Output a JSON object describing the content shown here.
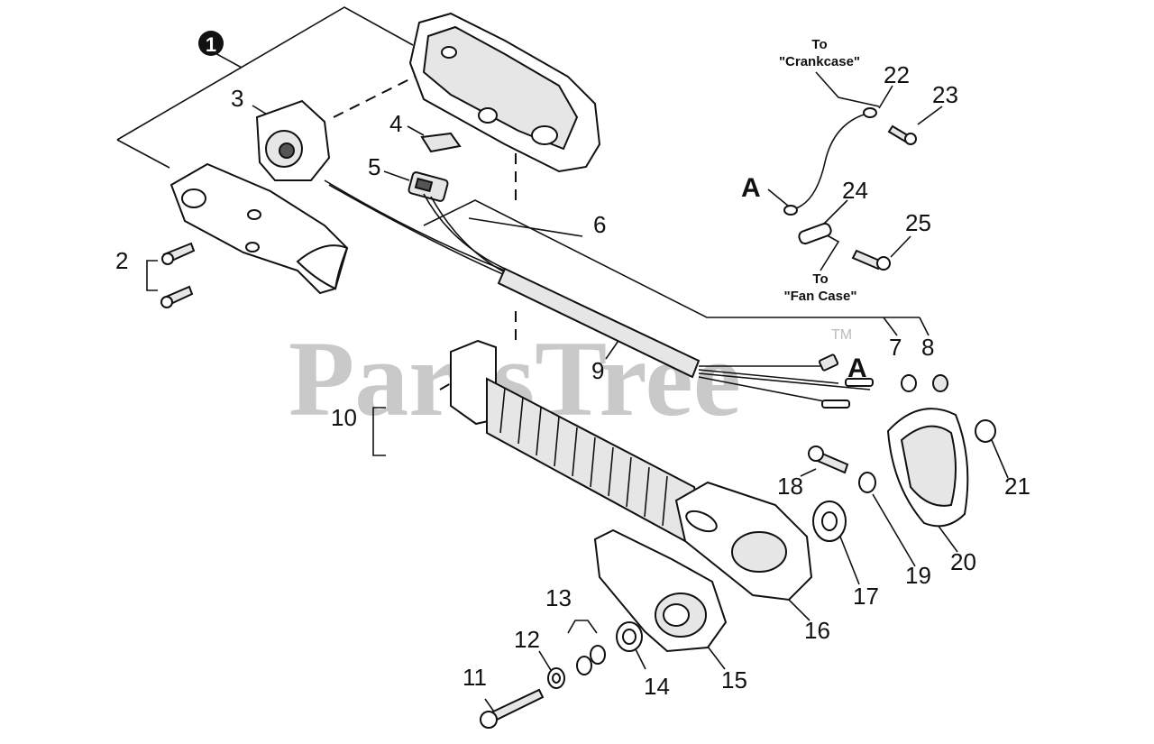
{
  "watermark": {
    "text": "PartsTree",
    "trademark": "TM"
  },
  "callouts": [
    {
      "id": "1",
      "label": "1"
    },
    {
      "id": "2",
      "label": "2"
    },
    {
      "id": "3",
      "label": "3"
    },
    {
      "id": "4",
      "label": "4"
    },
    {
      "id": "5",
      "label": "5"
    },
    {
      "id": "6",
      "label": "6"
    },
    {
      "id": "7",
      "label": "7"
    },
    {
      "id": "8",
      "label": "8"
    },
    {
      "id": "9",
      "label": "9"
    },
    {
      "id": "10",
      "label": "10"
    },
    {
      "id": "11",
      "label": "11"
    },
    {
      "id": "12",
      "label": "12"
    },
    {
      "id": "13",
      "label": "13"
    },
    {
      "id": "14",
      "label": "14"
    },
    {
      "id": "15",
      "label": "15"
    },
    {
      "id": "16",
      "label": "16"
    },
    {
      "id": "17",
      "label": "17"
    },
    {
      "id": "18",
      "label": "18"
    },
    {
      "id": "19",
      "label": "19"
    },
    {
      "id": "20",
      "label": "20"
    },
    {
      "id": "21",
      "label": "21"
    },
    {
      "id": "22",
      "label": "22"
    },
    {
      "id": "23",
      "label": "23"
    },
    {
      "id": "24",
      "label": "24"
    },
    {
      "id": "25",
      "label": "25"
    }
  ],
  "annotations": {
    "to_crankcase_line1": "To",
    "to_crankcase_line2": "\"Crankcase\"",
    "to_fancase_line1": "To",
    "to_fancase_line2": "\"Fan Case\"",
    "connector_a_top": "A",
    "connector_a_right": "A"
  }
}
